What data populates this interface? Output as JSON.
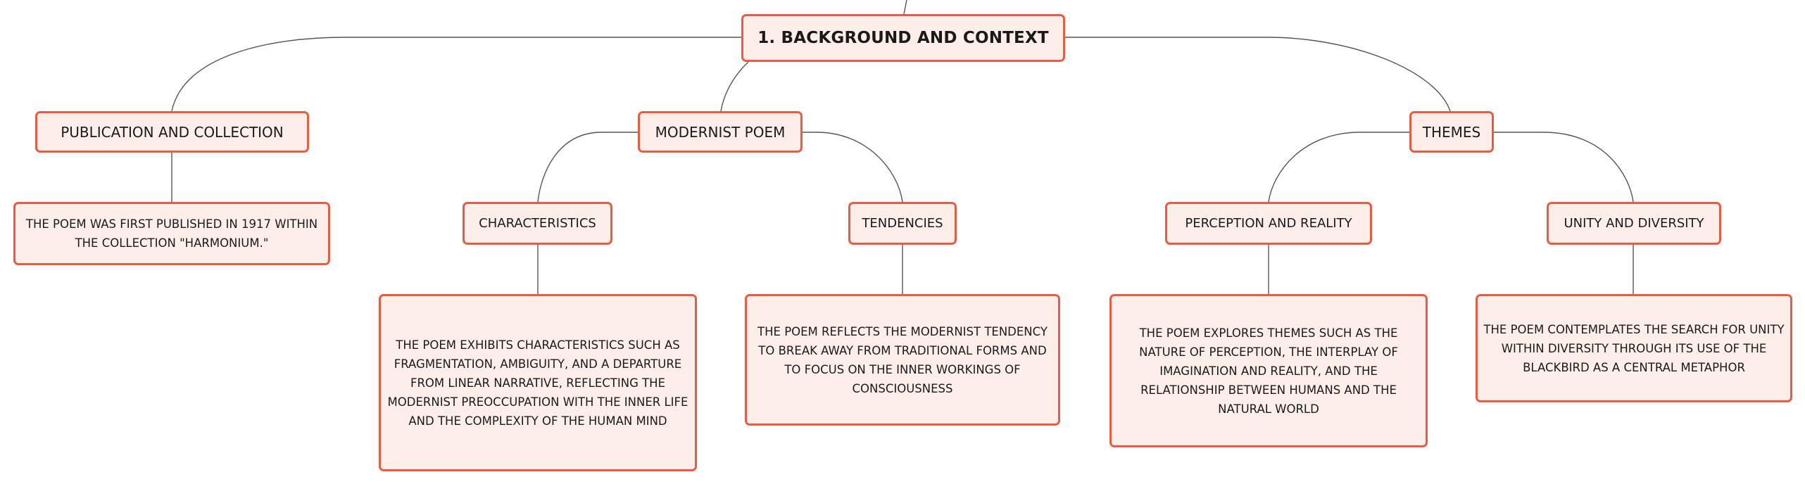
{
  "mindmap": {
    "root": {
      "label": "1. BACKGROUND AND CONTEXT"
    },
    "branches": [
      {
        "label": "PUBLICATION AND COLLECTION",
        "detail": "THE POEM WAS FIRST PUBLISHED IN 1917 WITHIN THE COLLECTION \"HARMONIUM.\""
      },
      {
        "label": "MODERNIST POEM",
        "children": [
          {
            "label": "CHARACTERISTICS",
            "detail": "THE POEM EXHIBITS CHARACTERISTICS SUCH AS FRAGMENTATION, AMBIGUITY, AND A DEPARTURE FROM LINEAR NARRATIVE, REFLECTING THE MODERNIST PREOCCUPATION WITH THE INNER LIFE AND THE COMPLEXITY OF THE HUMAN MIND"
          },
          {
            "label": "TENDENCIES",
            "detail": "THE POEM REFLECTS THE MODERNIST TENDENCY TO BREAK AWAY FROM TRADITIONAL FORMS AND TO FOCUS ON THE INNER WORKINGS OF CONSCIOUSNESS"
          }
        ]
      },
      {
        "label": "THEMES",
        "children": [
          {
            "label": "PERCEPTION AND REALITY",
            "detail": "THE POEM EXPLORES THEMES SUCH AS THE NATURE OF PERCEPTION, THE INTERPLAY OF IMAGINATION AND REALITY, AND THE RELATIONSHIP BETWEEN HUMANS AND THE NATURAL WORLD"
          },
          {
            "label": "UNITY AND DIVERSITY",
            "detail": "THE POEM CONTEMPLATES THE SEARCH FOR UNITY WITHIN DIVERSITY THROUGH ITS USE OF THE BLACKBIRD AS A CENTRAL METAPHOR"
          }
        ]
      }
    ]
  },
  "colors": {
    "node_fill": "#fdeeea",
    "node_border": "#e85c44",
    "connector": "#555555",
    "text": "#1a1a1a"
  }
}
